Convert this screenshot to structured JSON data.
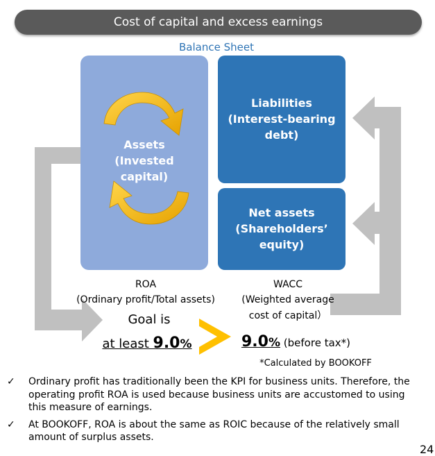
{
  "title": "Cost of capital and excess earnings",
  "balance_sheet_label": "Balance Sheet",
  "assets": {
    "line1": "Assets",
    "line2": "(Invested",
    "line3": "capital)"
  },
  "liabilities": {
    "line1": "Liabilities",
    "line2": "(Interest-bearing",
    "line3": "debt)"
  },
  "net_assets": {
    "line1": "Net assets",
    "line2": "(Shareholders’",
    "line3": "equity)"
  },
  "roa": {
    "label": "ROA",
    "definition": "(Ordinary profit/Total assets)",
    "goal_line1": "Goal is",
    "goal_prefix": "at least ",
    "goal_value": "9.0",
    "goal_unit": "%"
  },
  "wacc": {
    "label": "WACC",
    "definition_line1": "(Weighted average",
    "definition_line2": "cost of capital）",
    "value": "9.0",
    "unit": "%",
    "suffix": " (before tax*)",
    "note": "*Calculated by BOOKOFF"
  },
  "comparison_symbol": ">",
  "bullets": [
    {
      "check": "✓",
      "text": "Ordinary profit has traditionally been the KPI for business units. Therefore, the operating profit ROA is used because business units are accustomed to using this measure of earnings."
    },
    {
      "check": "✓",
      "text": "At BOOKOFF, ROA is about the same as ROIC because of the relatively small amount of surplus assets."
    }
  ],
  "page_number": "24",
  "colors": {
    "title_bar": "#5a5a5a",
    "assets_box": "#8eaadb",
    "liability_box": "#2e75b6",
    "arrow_gray": "#c0c0c0",
    "cycle_gold": "#f2b700",
    "comparison_gold": "#ffc000",
    "label_blue": "#2e74b5"
  }
}
